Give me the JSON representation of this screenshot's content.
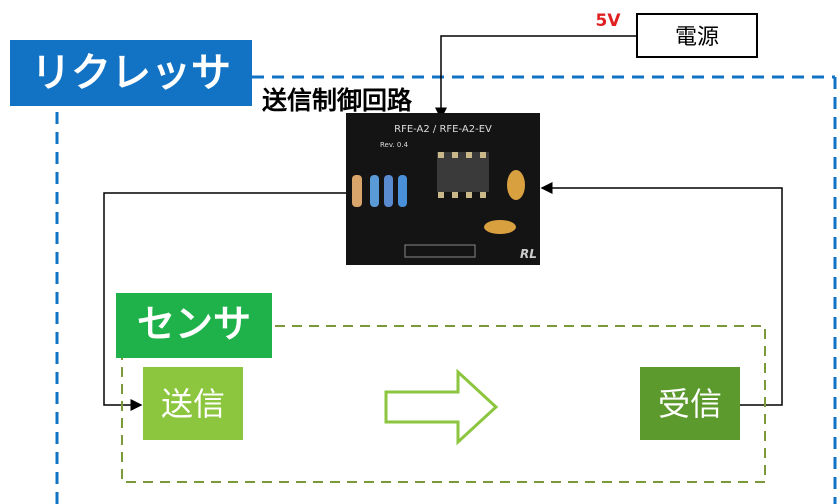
{
  "recycler_label": "リクレッサ",
  "control_circuit_label": "送信制御回路",
  "power": {
    "label": "電源",
    "voltage": "5V"
  },
  "board": {
    "title": "RFE-A2 / RFE-A2-EV",
    "revision": "Rev. 0.4",
    "logo": "RL"
  },
  "sensor_label": "センサ",
  "transmitter_label": "送信",
  "receiver_label": "受信",
  "colors": {
    "recycler_blue": "#1273c4",
    "sensor_green": "#1fb24a",
    "light_green": "#8cc63f",
    "dark_green": "#5c9a2e",
    "dashed_green": "#7a9a3a",
    "voltage_red": "#e02020"
  }
}
